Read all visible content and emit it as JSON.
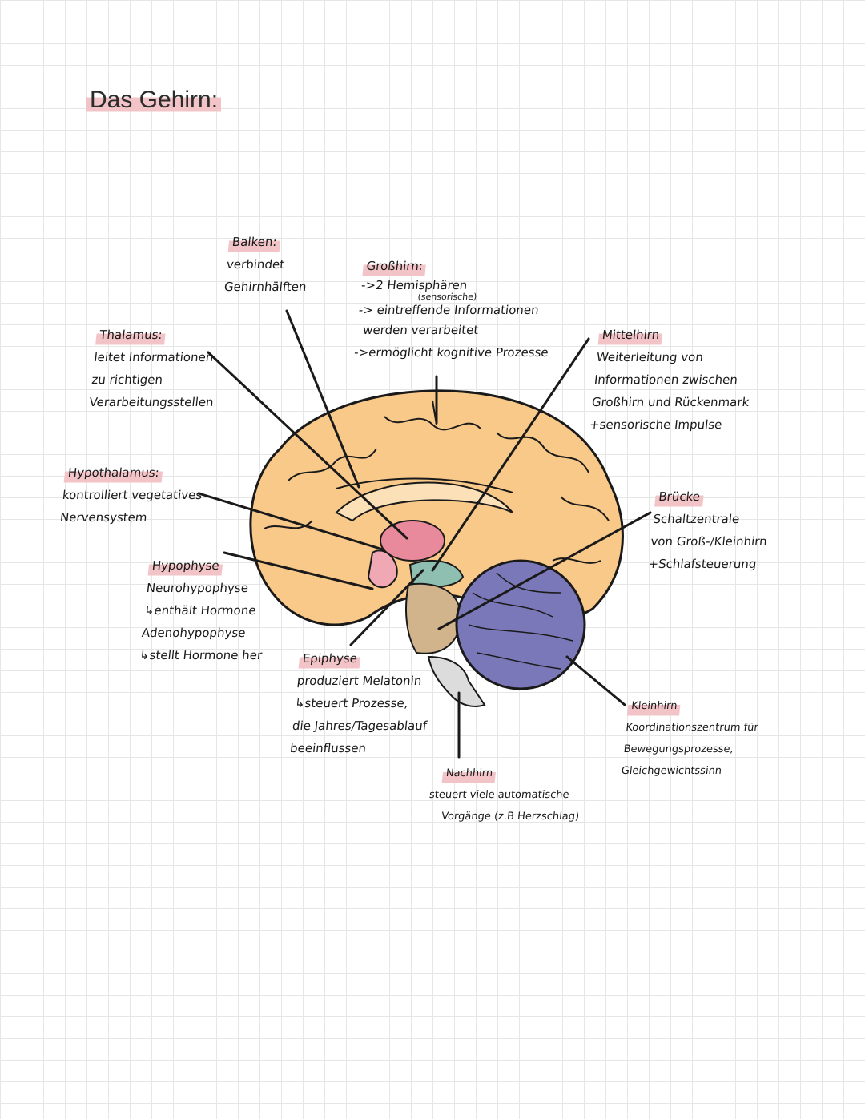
{
  "title": "Das Gehirn:",
  "labels": {
    "balken": {
      "name": "Balken:",
      "lines": [
        "verbindet",
        "Gehirnhälften"
      ]
    },
    "grosshirn": {
      "name": "Großhirn:",
      "lines": [
        "->2 Hemisphären",
        "(sensorische)",
        "-> eintreffende Informationen",
        "werden verarbeitet",
        "->ermöglicht kognitive Prozesse"
      ]
    },
    "thalamus": {
      "name": "Thalamus:",
      "lines": [
        "leitet Informationen",
        "zu richtigen",
        "Verarbeitungsstellen"
      ]
    },
    "mittelhirn": {
      "name": "Mittelhirn",
      "lines": [
        "Weiterleitung von",
        "Informationen zwischen",
        "Großhirn und Rückenmark",
        "+sensorische Impulse"
      ]
    },
    "hypothalamus": {
      "name": "Hypothalamus:",
      "lines": [
        "kontrolliert vegetatives",
        "Nervensystem"
      ]
    },
    "bruecke": {
      "name": "Brücke",
      "lines": [
        "Schaltzentrale",
        "von Groß-/Kleinhirn",
        "+Schlafsteuerung"
      ]
    },
    "hypophyse": {
      "name": "Hypophyse",
      "lines": [
        "Neurohypophyse",
        "↳enthält Hormone",
        "Adenohypophyse",
        "↳stellt Hormone her"
      ]
    },
    "epiphyse": {
      "name": "Epiphyse",
      "lines": [
        "produziert Melatonin",
        "↳steuert Prozesse,",
        "die Jahres/Tagesablauf",
        "beeinflussen"
      ]
    },
    "kleinhirn": {
      "name": "Kleinhirn",
      "lines": [
        "Koordinationszentrum für",
        "Bewegungsprozesse,",
        "Gleichgewichtssinn"
      ]
    },
    "nachhirn": {
      "name": "Nachhirn",
      "lines": [
        "steuert viele automatische",
        "Vorgänge (z.B Herzschlag)"
      ]
    }
  },
  "colors": {
    "cerebrum": "#f9c98a",
    "thalamus": "#e98a9c",
    "hypothalamus": "#f0a8b5",
    "midbrain": "#8fbfb0",
    "pons": "#d2b48c",
    "cerebellum": "#7a78b8",
    "medulla": "#dcdcdc",
    "highlight": "#f3c4c7"
  }
}
